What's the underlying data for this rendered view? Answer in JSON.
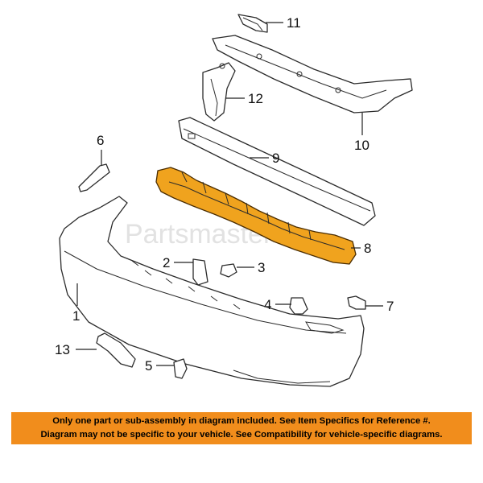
{
  "watermark": "Partsmaster",
  "callouts": {
    "c1": "1",
    "c2": "2",
    "c3": "3",
    "c4": "4",
    "c5": "5",
    "c6": "6",
    "c7": "7",
    "c8": "8",
    "c9": "9",
    "c10": "10",
    "c11": "11",
    "c12": "12",
    "c13": "13"
  },
  "notice": {
    "line1": "Only one part or sub-assembly in diagram included. See Item Specifics for Reference #.",
    "line2": "Diagram may not be specific to your vehicle. See Compatibility for vehicle-specific diagrams."
  },
  "colors": {
    "highlight_part": "#f0a31e",
    "notice_background": "#f18d1c"
  }
}
